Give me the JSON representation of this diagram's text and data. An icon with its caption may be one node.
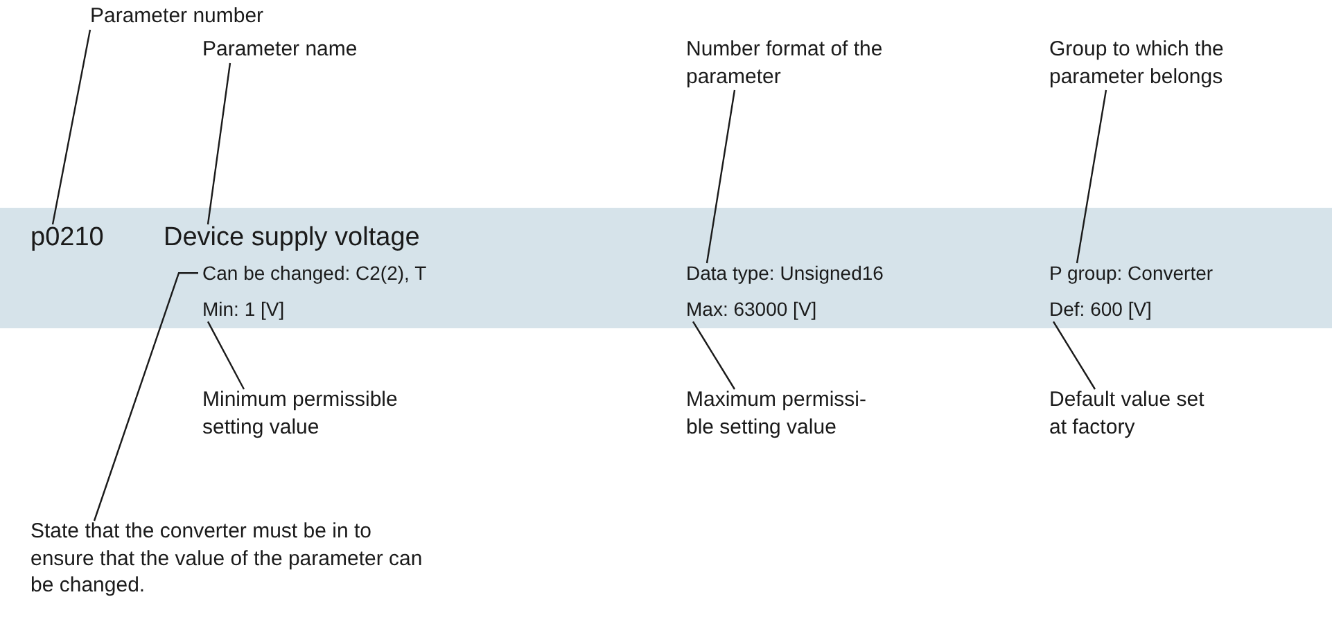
{
  "diagram": {
    "nodes": [
      {
        "text": [],
        "shape": "bar"
      },
      {
        "text": [
          "p0210"
        ],
        "in": 0
      },
      {
        "text": [
          "Device supply voltage"
        ],
        "in": 0
      },
      {
        "text": [
          "Can be changed: C2(2), T"
        ],
        "in": 0
      },
      {
        "text": [
          "Data type: Unsigned16"
        ],
        "in": 0
      },
      {
        "text": [
          "P group: Converter"
        ],
        "in": 0
      },
      {
        "text": [
          "Min: 1 [V]"
        ],
        "in": 0
      },
      {
        "text": [
          "Max: 63000 [V]"
        ],
        "in": 0
      },
      {
        "text": [
          "Def: 600 [V]"
        ],
        "in": 0
      },
      {
        "text": [
          "Parameter number"
        ]
      },
      {
        "text": [
          "Parameter name"
        ]
      },
      {
        "text": [
          "Number format of the parameter"
        ]
      },
      {
        "text": [
          "Group to which the parameter belongs"
        ]
      },
      {
        "text": [
          "Minimum permissible setting value"
        ]
      },
      {
        "text": [
          "Maximum permissi-ble setting value"
        ]
      },
      {
        "text": [
          "Default value set at factory"
        ]
      },
      {
        "text": [
          "State that the converter must be in to ensure that the value of the parameter can be changed."
        ]
      }
    ],
    "edges": [
      {
        "from": 9,
        "to": 1,
        "arrow": "none"
      },
      {
        "from": 10,
        "to": 2,
        "arrow": "none"
      },
      {
        "from": 11,
        "to": 4,
        "arrow": "none"
      },
      {
        "from": 12,
        "to": 5,
        "arrow": "none"
      },
      {
        "from": 13,
        "to": 6,
        "arrow": "none"
      },
      {
        "from": 14,
        "to": 7,
        "arrow": "none"
      },
      {
        "from": 15,
        "to": 8,
        "arrow": "none"
      },
      {
        "from": 16,
        "to": 3,
        "arrow": "none"
      }
    ]
  }
}
